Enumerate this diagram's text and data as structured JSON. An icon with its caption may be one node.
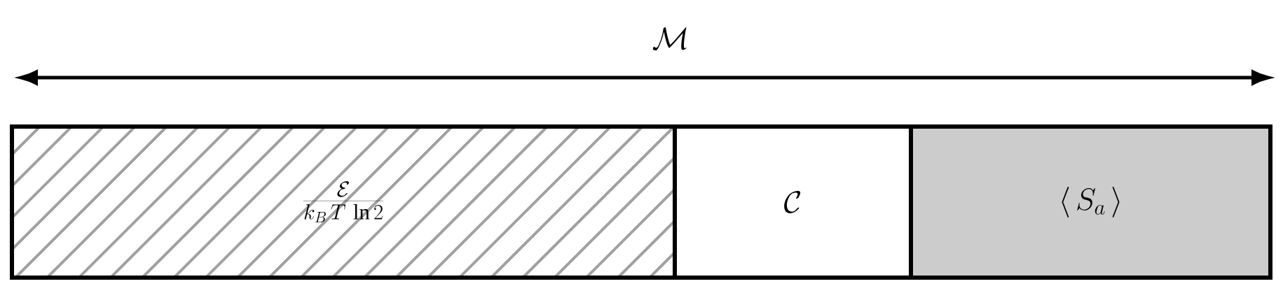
{
  "diagram": {
    "nodes": [
      {
        "text": [
          "\\frac{\\mathcal{E}}{k_B\\, T\\, \\ln 2}"
        ]
      },
      {
        "text": [
          "\\mathcal{C}"
        ]
      },
      {
        "text": [
          "\\langle\\, S_a \\,\\rangle"
        ]
      }
    ],
    "labels": [
      "\\mathcal{M}"
    ]
  }
}
